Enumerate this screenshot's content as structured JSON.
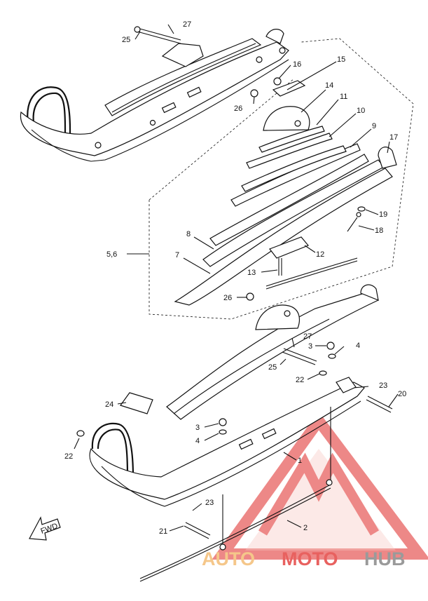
{
  "callouts": {
    "c27a": "27",
    "c25a": "25",
    "c16": "16",
    "c15": "15",
    "c26a": "26",
    "c14": "14",
    "c11": "11",
    "c10": "10",
    "c9": "9",
    "c17": "17",
    "c19": "19",
    "c18": "18",
    "c56": "5,6",
    "c8": "8",
    "c7": "7",
    "c12": "12",
    "c13": "13",
    "c26b": "26",
    "c27b": "27",
    "c3a": "3",
    "c4a": "4",
    "c25b": "25",
    "c22a": "22",
    "c23a": "23",
    "c20": "20",
    "c24": "24",
    "c3b": "3",
    "c4b": "4",
    "c22b": "22",
    "c1": "1",
    "c23b": "23",
    "c21": "21",
    "c2": "2"
  },
  "arrow_label": "FWD",
  "watermark": {
    "part1": "AUTO",
    "part2": "MOTO",
    "part3": "HUB",
    "color1": "#f5c78a",
    "color2": "#e8615f",
    "color3": "#9a9a9a"
  }
}
